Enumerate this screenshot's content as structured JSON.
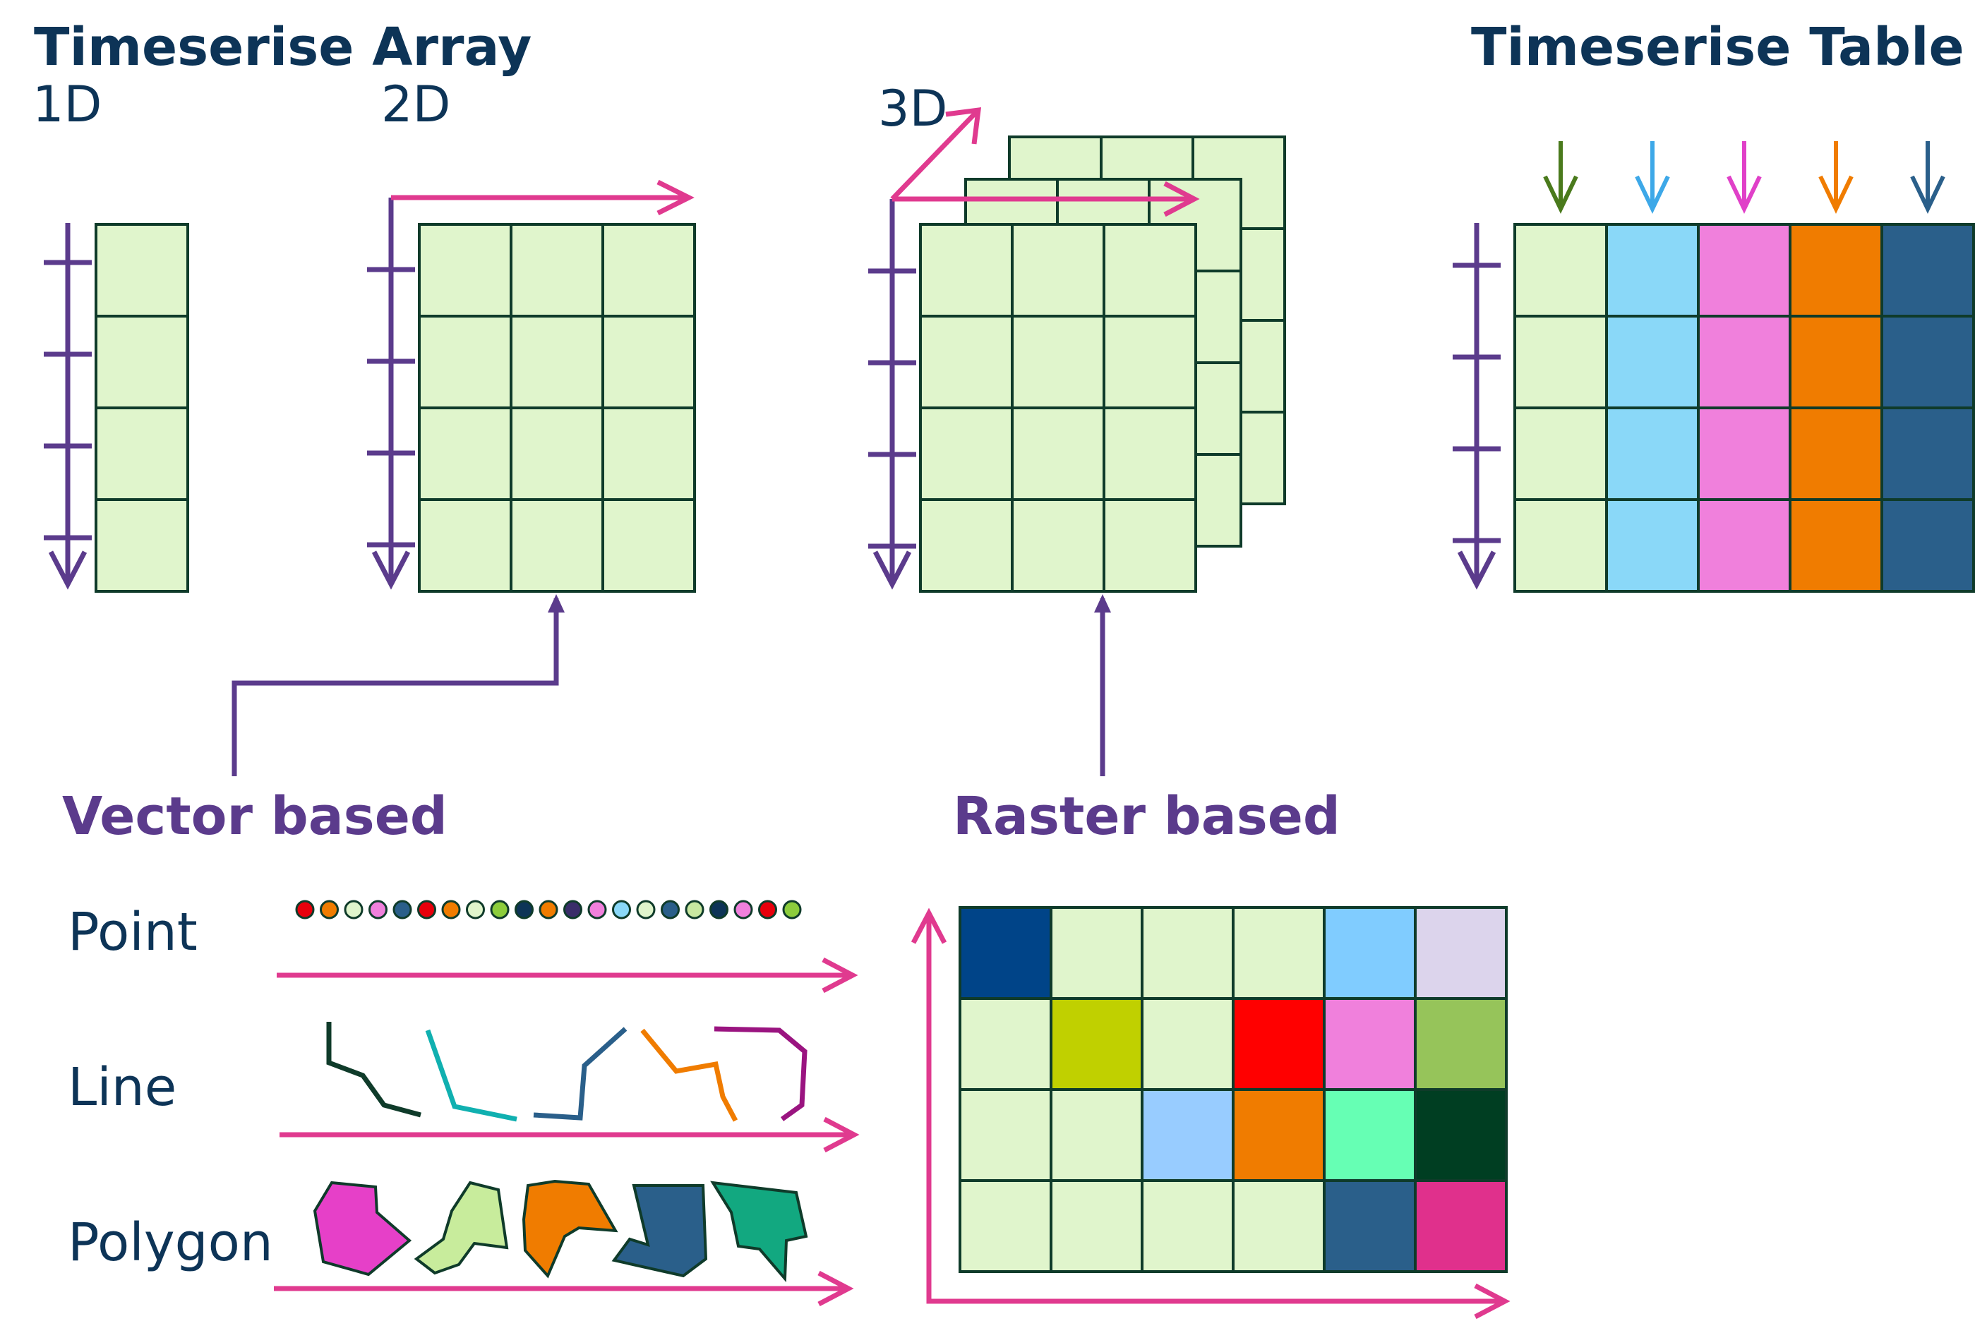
{
  "headings": {
    "array": "Timeserise Array",
    "table": "Timeserise Table"
  },
  "dims": {
    "d1": "1D",
    "d2": "2D",
    "d3": "3D"
  },
  "sections": {
    "vector": "Vector based",
    "raster": "Raster based"
  },
  "vector_rows": {
    "point": "Point",
    "line": "Line",
    "polygon": "Polygon"
  },
  "colors": {
    "cell": "#e0f5cc",
    "grid_stroke": "#0f3b2a",
    "time_axis": "#5b3b8c",
    "space_axis": "#e03a8f",
    "text_dark": "#0d3457",
    "text_purple": "#5b3b8c"
  },
  "table_columns": [
    {
      "color": "#e0f5cc",
      "arrow": "#4a7a1c"
    },
    {
      "color": "#8ad8f8",
      "arrow": "#3da8e8"
    },
    {
      "color": "#f080dc",
      "arrow": "#e040c8"
    },
    {
      "color": "#f07c00",
      "arrow": "#f07c00"
    },
    {
      "color": "#2a5f8a",
      "arrow": "#2a5f8a"
    }
  ],
  "points": [
    "#e8000c",
    "#f07c00",
    "#e0f5cc",
    "#f080dc",
    "#2a5f8a",
    "#e8000c",
    "#f07c00",
    "#e0f5cc",
    "#8ccd3c",
    "#0d3457",
    "#f07c00",
    "#3a2e6a",
    "#f080dc",
    "#8ad8f8",
    "#e0f5cc",
    "#2a5f8a",
    "#c8e8a0",
    "#0d3457",
    "#f080dc",
    "#e8000c",
    "#8ccd3c"
  ],
  "lines": [
    "#0f3b2a",
    "#10b0b0",
    "#2a5f8a",
    "#f07c00",
    "#9a1480"
  ],
  "polygons": [
    "#e640c8",
    "#c8ec9c",
    "#f07c00",
    "#2a5f8a",
    "#12a880"
  ],
  "raster": [
    [
      "#004488",
      "#e0f5cc",
      "#e0f5cc",
      "#e0f5cc",
      "#80ccff",
      "#dcd4ec"
    ],
    [
      "#e0f5cc",
      "#c0d000",
      "#e0f5cc",
      "#ff0000",
      "#f080dc",
      "#96c45a"
    ],
    [
      "#e0f5cc",
      "#e0f5cc",
      "#98ccff",
      "#f07c00",
      "#66ffb4",
      "#003e22"
    ],
    [
      "#e0f5cc",
      "#e0f5cc",
      "#e0f5cc",
      "#e0f5cc",
      "#2a5f8a",
      "#e0308c"
    ]
  ]
}
